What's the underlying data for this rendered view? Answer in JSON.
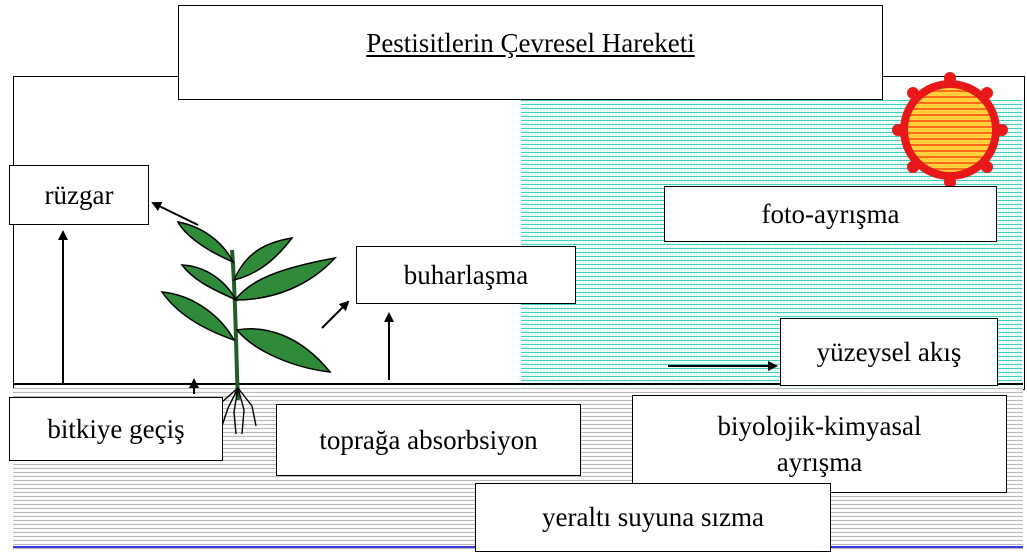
{
  "diagram": {
    "title": "Pestisitlerin Çevresel Hareketi",
    "labels": {
      "wind": "rüzgar",
      "evaporation": "buharlaşma",
      "photodegradation": "foto-ayrışma",
      "surface_runoff": "yüzeysel akış",
      "plant_uptake": "bitkiye geçiş",
      "soil_absorption": "toprağa absorbsiyon",
      "biochemical_degradation_line1": "biyolojik-kimyasal",
      "biochemical_degradation_line2": "ayrışma",
      "groundwater_leaching": "yeraltı suyuna sızma"
    }
  },
  "colors": {
    "water_accent": "#1fc9b8",
    "sun_core": "#ffd23c",
    "sun_rays": "#e81818",
    "leaf": "#2f8a3a",
    "soil_hatch": "#b9b9b9",
    "groundwater_line": "#3a3ae0"
  }
}
